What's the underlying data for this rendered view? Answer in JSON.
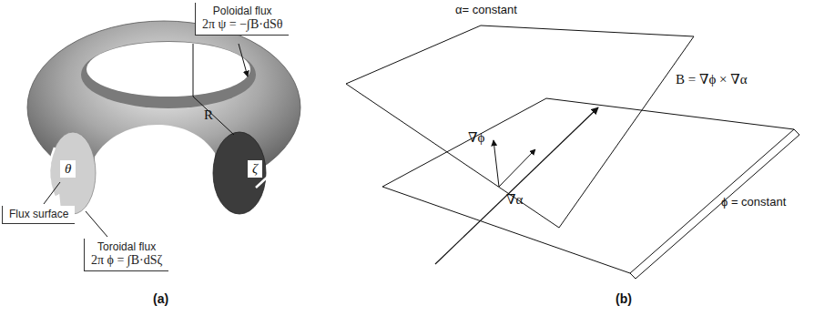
{
  "diagram": {
    "nodes": [
      {
        "text": [
          "Poloidal flux",
          "2π ψ = −∫B·dSθ"
        ]
      },
      {
        "text": [
          "Flux surface"
        ]
      },
      {
        "text": [
          "Toroidal flux",
          "2π ϕ = ∫B·dSζ"
        ]
      }
    ],
    "labels": [
      "R",
      "θ",
      "ζ",
      "(a)",
      "α= constant",
      "B = ∇ϕ × ∇α",
      "∇ϕ",
      "∇α",
      "ϕ = constant",
      "(b)"
    ]
  }
}
